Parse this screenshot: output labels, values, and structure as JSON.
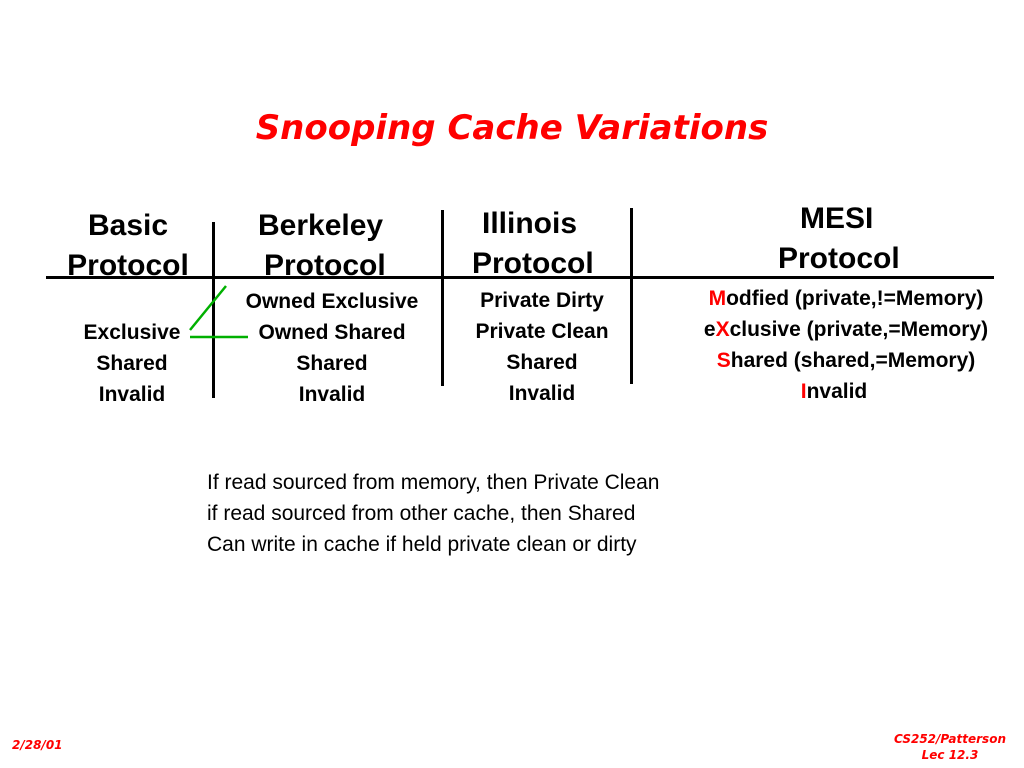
{
  "slide": {
    "title": "Snooping Cache Variations",
    "footer_date": "2/28/01",
    "footer_course": "CS252/Patterson",
    "footer_lecture": "Lec 12.3"
  },
  "columns": {
    "basic": {
      "heading": [
        "Basic",
        "Protocol"
      ],
      "states": [
        "Exclusive",
        "Shared",
        "Invalid"
      ]
    },
    "berkeley": {
      "heading": [
        "Berkeley",
        "Protocol"
      ],
      "states": [
        "Owned Exclusive",
        "Owned Shared",
        "Shared",
        "Invalid"
      ]
    },
    "illinois": {
      "heading": [
        "Illinois",
        "Protocol"
      ],
      "states": [
        "Private Dirty",
        "Private Clean",
        "Shared",
        "Invalid"
      ]
    },
    "mesi": {
      "heading": [
        "MESI",
        "Protocol"
      ],
      "states": [
        {
          "pre": "",
          "key": "M",
          "post": "odfied (private,!=Memory)"
        },
        {
          "pre": "e",
          "key": "X",
          "post": "clusive (private,=Memory)"
        },
        {
          "pre": "",
          "key": "S",
          "post": "hared (shared,=Memory)"
        },
        {
          "pre": "",
          "key": "I",
          "post": "nvalid"
        }
      ]
    }
  },
  "note": [
    "If read sourced from memory, then Private Clean",
    "if read sourced from other cache, then Shared",
    "Can write in cache if held private clean or dirty"
  ],
  "colors": {
    "title": "#ff0000",
    "highlight": "#ff0000",
    "connector": "#00b000",
    "rule": "#000000"
  }
}
